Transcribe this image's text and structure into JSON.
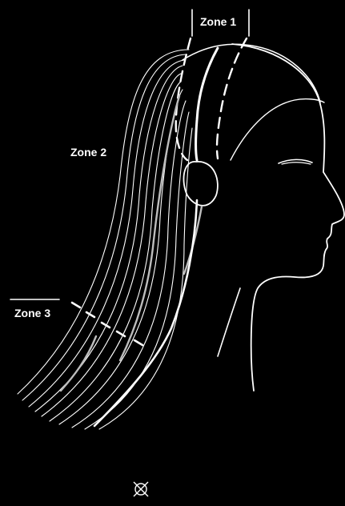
{
  "diagram": {
    "zones": [
      {
        "id": "zone-1",
        "label": "Zone 1"
      },
      {
        "id": "zone-2",
        "label": "Zone 2"
      },
      {
        "id": "zone-3",
        "label": "Zone 3"
      }
    ]
  },
  "colors": {
    "background": "#000000",
    "line": "#ffffff",
    "highlight": "#bdbdbd"
  },
  "icons": {
    "bottom": "crosshair-target-icon"
  }
}
